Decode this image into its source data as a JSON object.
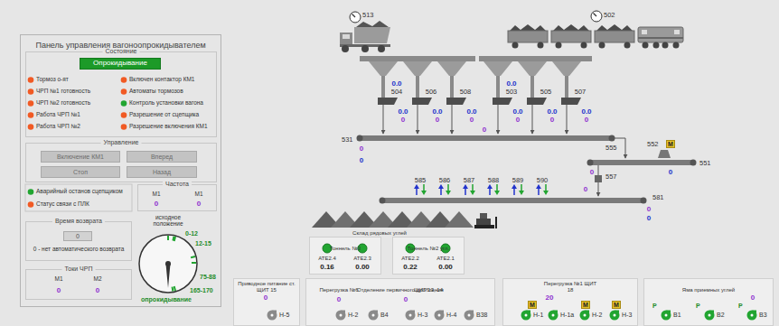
{
  "diagram": {
    "nodes": [
      {
        "text": [
          "Панель управления вагоноопрокидывателем"
        ]
      },
      {
        "text": [
          "Состояние"
        ],
        "in": 0
      },
      {
        "text": [
          "Опрокидывание"
        ],
        "in": 1
      },
      {
        "text": [
          "Управление"
        ],
        "in": 0
      },
      {
        "text": [
          "Включение КМ1"
        ],
        "in": 3
      },
      {
        "text": [
          "Вперед"
        ],
        "in": 3
      },
      {
        "text": [
          "Стоп"
        ],
        "in": 3
      },
      {
        "text": [
          "Назад"
        ],
        "in": 3
      },
      {
        "text": [
          "Частота"
        ],
        "in": 0
      },
      {
        "text": [
          "Время возврата"
        ],
        "in": 0
      },
      {
        "text": [
          "0"
        ],
        "in": 9
      },
      {
        "text": [
          "Токи ЧРП"
        ],
        "in": 0
      },
      {
        "text": [
          "Тоннель №3"
        ]
      },
      {
        "text": [
          "Тоннель №2 угл."
        ]
      },
      {
        "text": [
          "Приводное питание ст. ЩИТ 15"
        ]
      },
      {
        "text": [
          "Отделение первичного дробления"
        ]
      },
      {
        "text": [
          "Перегрузка №1 ЩИТ 18"
        ]
      },
      {
        "text": [
          "Яма приемных углей"
        ]
      }
    ],
    "labels": [
      "Тормоз о-ят",
      "ЧРП №1 готовность",
      "ЧРП №2 готовность",
      "Работа ЧРП №1",
      "Работа ЧРП №2",
      "Включен контактор КМ1",
      "Автоматы тормозов",
      "Контроль установки вагона",
      "Разрешение от сцепщика",
      "Разрешение включения КМ1",
      "Аварийный останов сцепщиком",
      "Статус связи с ПЛК",
      "М1",
      "М1",
      "0",
      "0",
      "0 - нет автоматического возврата",
      "М1",
      "М2",
      "0",
      "0",
      "исходное положение",
      "0-12",
      "12-15",
      "75-88",
      "165-170",
      "опрокидывание",
      "513",
      "502",
      "0.0",
      "504",
      "506",
      "508",
      "0.0",
      "503",
      "505",
      "507",
      "0.0",
      "0",
      "0.0",
      "0",
      "0.0",
      "0",
      "0.0",
      "0",
      "0.0",
      "0",
      "0.0",
      "0",
      "0",
      "531",
      "0",
      "0",
      "555",
      "552",
      "М",
      "551",
      "0",
      "0",
      "557",
      "0",
      "581",
      "0",
      "0",
      "585",
      "586",
      "587",
      "588",
      "589",
      "590",
      "Склад рядовых углей",
      "АТЕ2.4",
      "0.16",
      "АТЕ2.3",
      "0.00",
      "АТЕ2.2",
      "0.22",
      "АТЕ2.1",
      "0.00",
      "0",
      "Н-5",
      "Перегрузка №6",
      "0",
      "Н-2",
      "В4",
      "ЩИТ 13, 14",
      "0",
      "Н-3",
      "Н-4",
      "В38",
      "20",
      "М",
      "Н-1",
      "Н-1а",
      "М",
      "Н-2",
      "М",
      "Н-3",
      "0",
      "Р",
      "В1",
      "Р",
      "В2",
      "Р",
      "В3"
    ]
  }
}
